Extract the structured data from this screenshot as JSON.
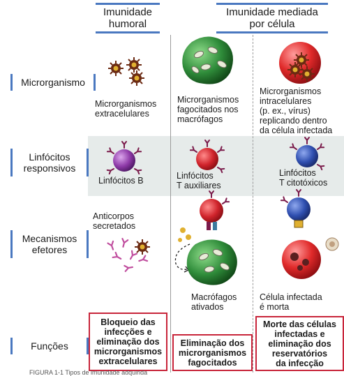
{
  "columns": {
    "humoral": "Imunidade\nhumoral",
    "cell_mediated": "Imunidade mediada\npor célula"
  },
  "rows": {
    "microorganism": "Microrganismo",
    "lymphocytes": "Linfócitos\nresponsivos",
    "mechanisms": "Mecanismos\nefetores",
    "functions": "Funções"
  },
  "cells": {
    "extracellular": "Microrganismos\nextracelulares",
    "phagocytosed": "Microrganismos\nfagocitados nos\nmacrófagos",
    "intracellular": "Microrganismos\nintracelulares\n(p. ex., vírus)\nreplicando dentro\nda célula infectada",
    "b_cells": "Linfócitos B",
    "t_helper": "Linfócitos\nT auxiliares",
    "t_cytotoxic": "Linfócitos\nT citotóxicos",
    "antibodies": "Anticorpos\nsecretados",
    "activated_macrophages": "Macrófagos\nativados",
    "killed_cell": "Célula infectada\né morta"
  },
  "functions": {
    "humoral": "Bloqueio das\ninfecções e\neliminação dos\nmicrorganismos\nextracelulares",
    "helper": "Eliminação dos\nmicrorganismos\nfagocitados",
    "cytotoxic": "Morte das células\ninfectadas e\neliminação dos\nreservatórios\nda infecção"
  },
  "colors": {
    "header_bar": "#4a78c0",
    "function_border": "#c8243a",
    "shade": "#e6ebea",
    "b_cell": "#8e3aa8",
    "t_helper": "#d0242c",
    "t_cytotoxic": "#2f4fb0",
    "macrophage": "#2f8c3a",
    "antibody": "#c04d9e"
  },
  "footer_caption": "FIGURA 1-1  Tipos de imunidade adquirida"
}
